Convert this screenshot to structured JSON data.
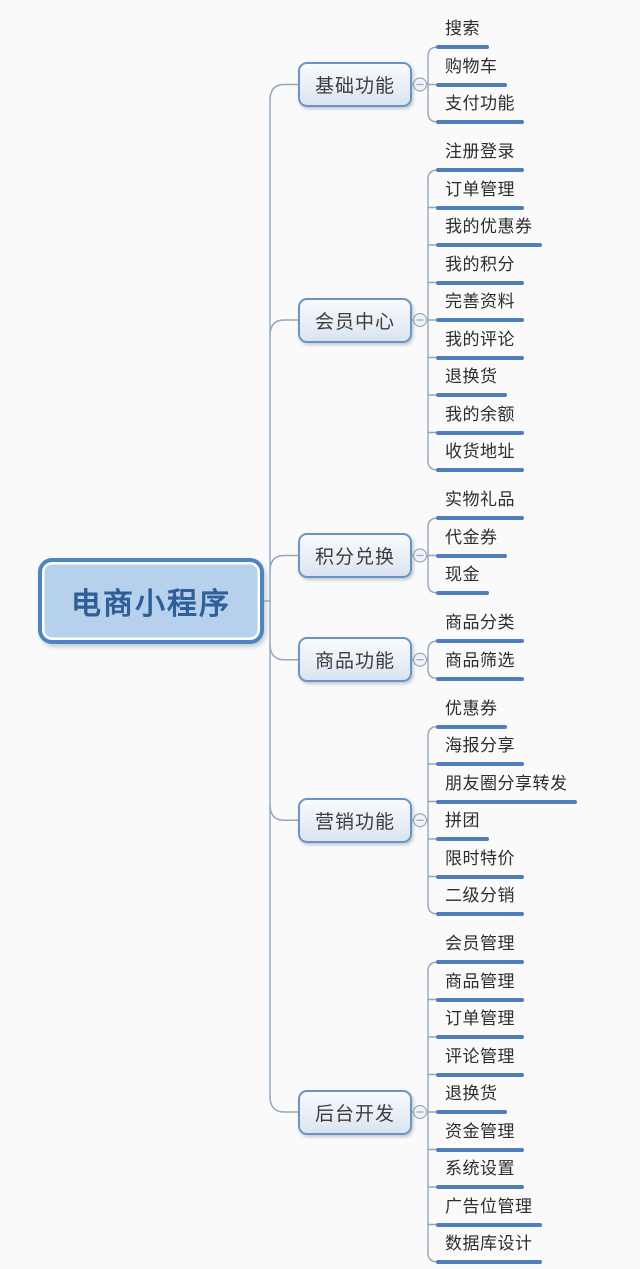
{
  "title": "电商小程序",
  "colors": {
    "accent_underline": "#4e7fbc",
    "connector_line": "#93a6ba",
    "root_fill": "#b7d1ec",
    "root_border": "#4f83c2",
    "root_text": "#2e5f99",
    "branch_border": "#6b94c0",
    "branch_fill_top": "#f8fafd",
    "branch_fill_bottom": "#d8e4f1",
    "branch_text": "#3c3c3c",
    "leaf_text": "#2d2d2d",
    "toggle_fill": "#f0f4f8",
    "toggle_border": "#9aabbd"
  },
  "collapse_icon": "minus-icon",
  "branches": [
    {
      "label": "基础功能",
      "children": [
        "搜索",
        "购物车",
        "支付功能"
      ]
    },
    {
      "label": "会员中心",
      "children": [
        "注册登录",
        "订单管理",
        "我的优惠券",
        "我的积分",
        "完善资料",
        "我的评论",
        "退换货",
        "我的余额",
        "收货地址"
      ]
    },
    {
      "label": "积分兑换",
      "children": [
        "实物礼品",
        "代金券",
        "现金"
      ]
    },
    {
      "label": "商品功能",
      "children": [
        "商品分类",
        "商品筛选"
      ]
    },
    {
      "label": "营销功能",
      "children": [
        "优惠券",
        "海报分享",
        "朋友圈分享转发",
        "拼团",
        "限时特价",
        "二级分销"
      ]
    },
    {
      "label": "后台开发",
      "children": [
        "会员管理",
        "商品管理",
        "订单管理",
        "评论管理",
        "退换货",
        "资金管理",
        "系统设置",
        "广告位管理",
        "数据库设计"
      ]
    }
  ]
}
